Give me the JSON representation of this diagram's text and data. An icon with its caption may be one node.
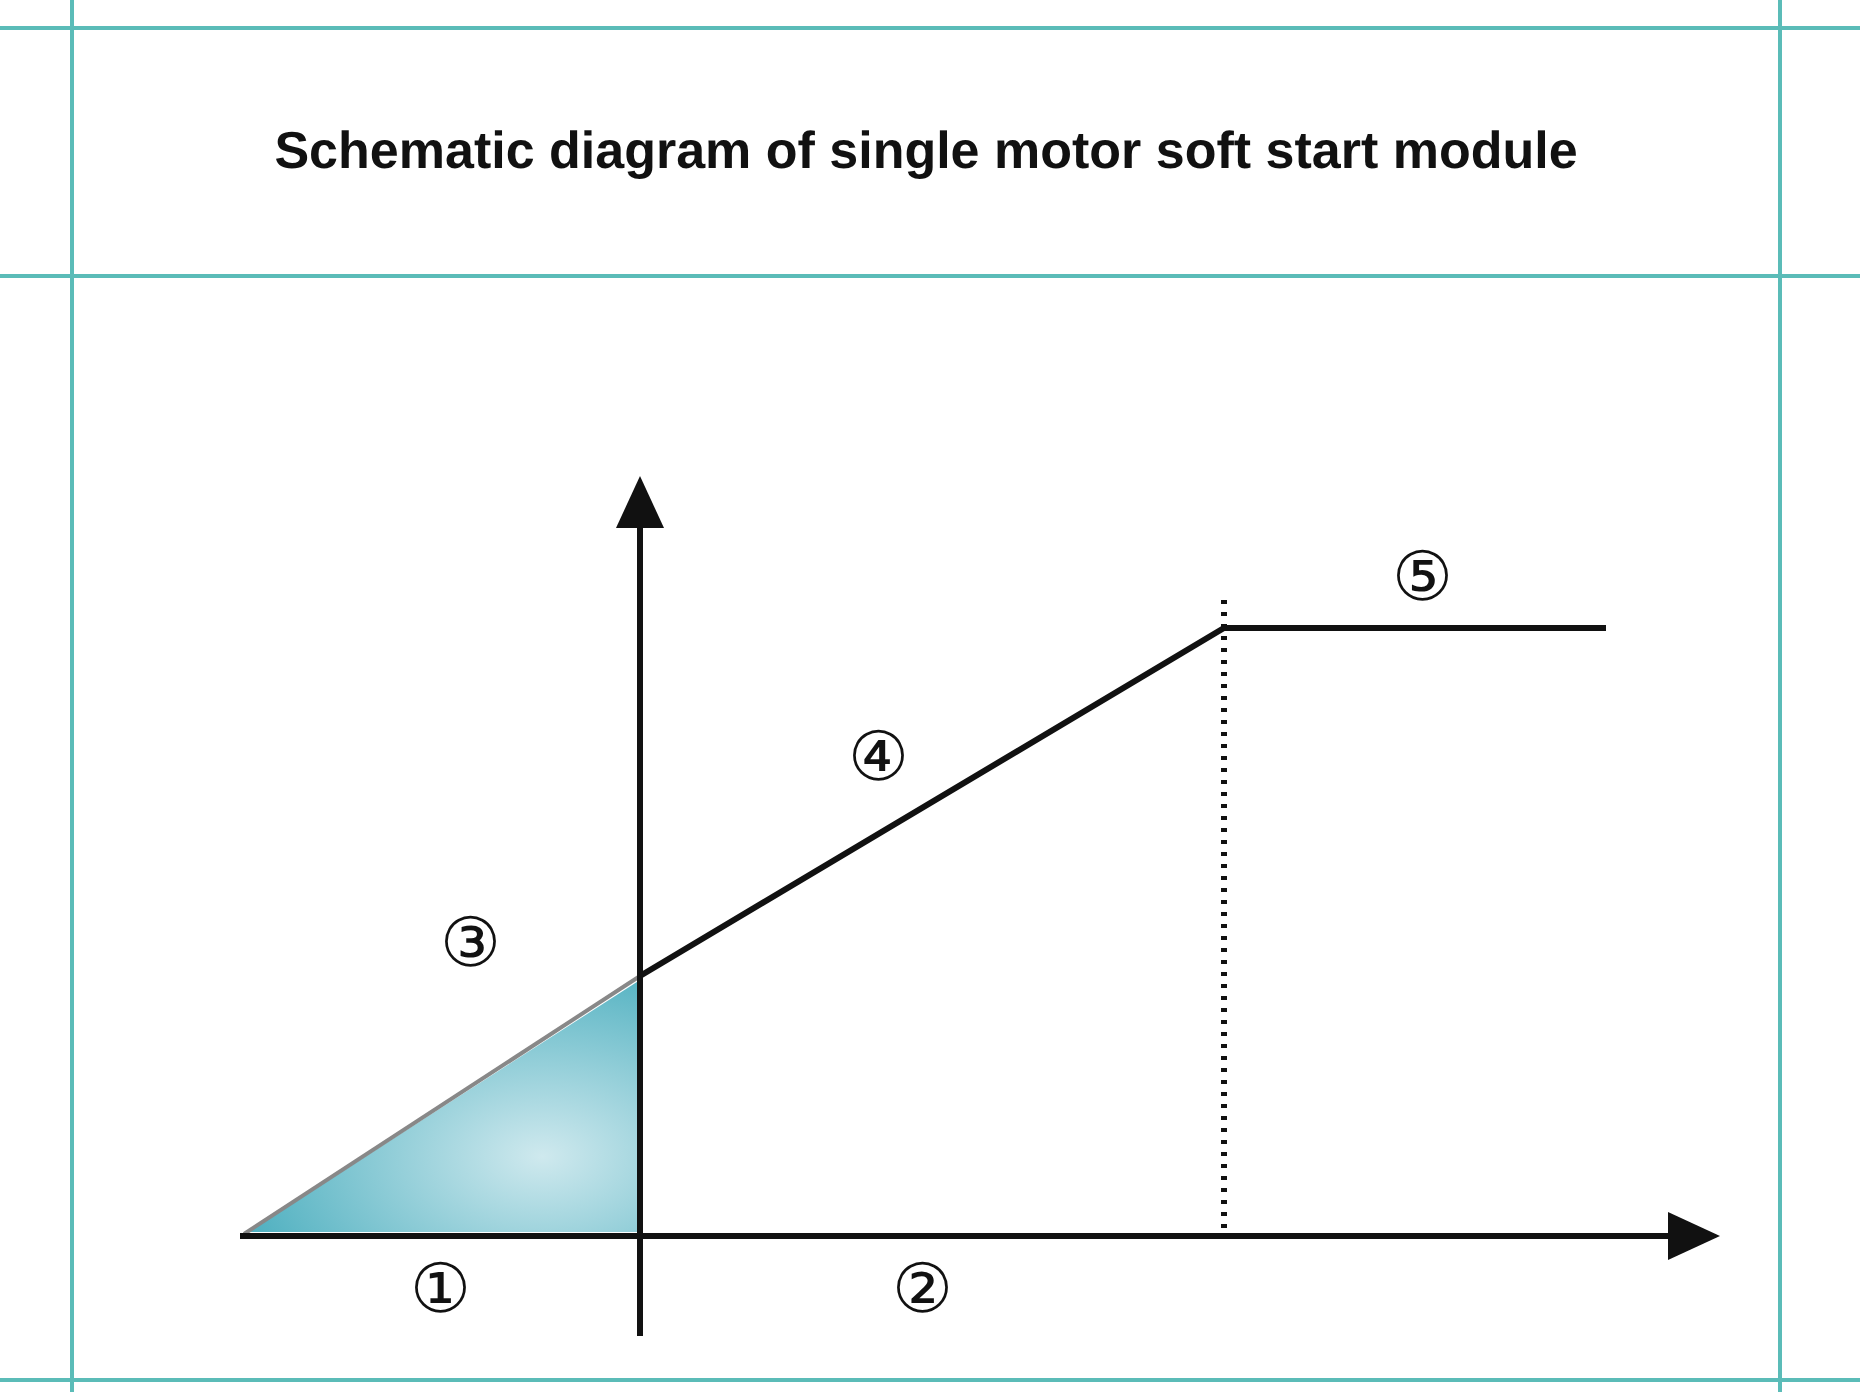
{
  "diagram": {
    "title": "Schematic diagram of single motor soft start module",
    "labels": [
      "⑤",
      "④",
      "③",
      "①",
      "②"
    ]
  }
}
